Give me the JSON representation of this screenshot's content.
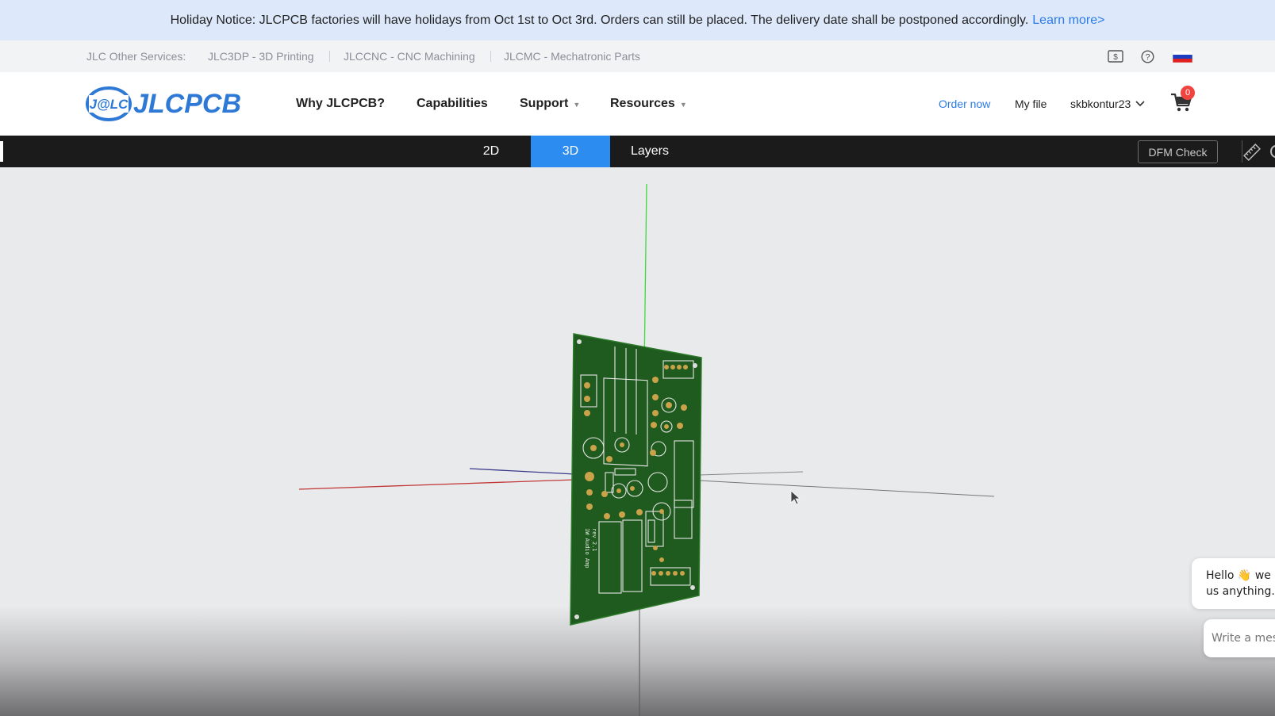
{
  "notice": {
    "text": "Holiday Notice: JLCPCB factories will have holidays from Oct 1st to Oct 3rd. Orders can still be placed. The delivery date shall be postponed accordingly.",
    "link": "Learn more>"
  },
  "services": {
    "label": "JLC Other Services:",
    "items": [
      "JLC3DP - 3D Printing",
      "JLCCNC - CNC Machining",
      "JLCMC - Mechatronic Parts"
    ]
  },
  "header": {
    "logo_text": "JLCPCB",
    "logo_badge": "J@LC",
    "nav": [
      "Why JLCPCB?",
      "Capabilities",
      "Support",
      "Resources"
    ],
    "order_now": "Order now",
    "my_file": "My file",
    "username": "skbkontur23",
    "cart_count": "0"
  },
  "toolbar": {
    "tabs": [
      "2D",
      "3D",
      "Layers"
    ],
    "active_tab": "3D",
    "dfm_check": "DFM Check"
  },
  "chat": {
    "greeting_line1": "Hello 👋 we a",
    "greeting_line2": "us anything.",
    "input_placeholder": "Write a mess"
  },
  "colors": {
    "accent": "#2d8cf0",
    "banner_bg": "#dde9fb",
    "pcb_green": "#1f5a1e",
    "badge_red": "#f0443f"
  }
}
